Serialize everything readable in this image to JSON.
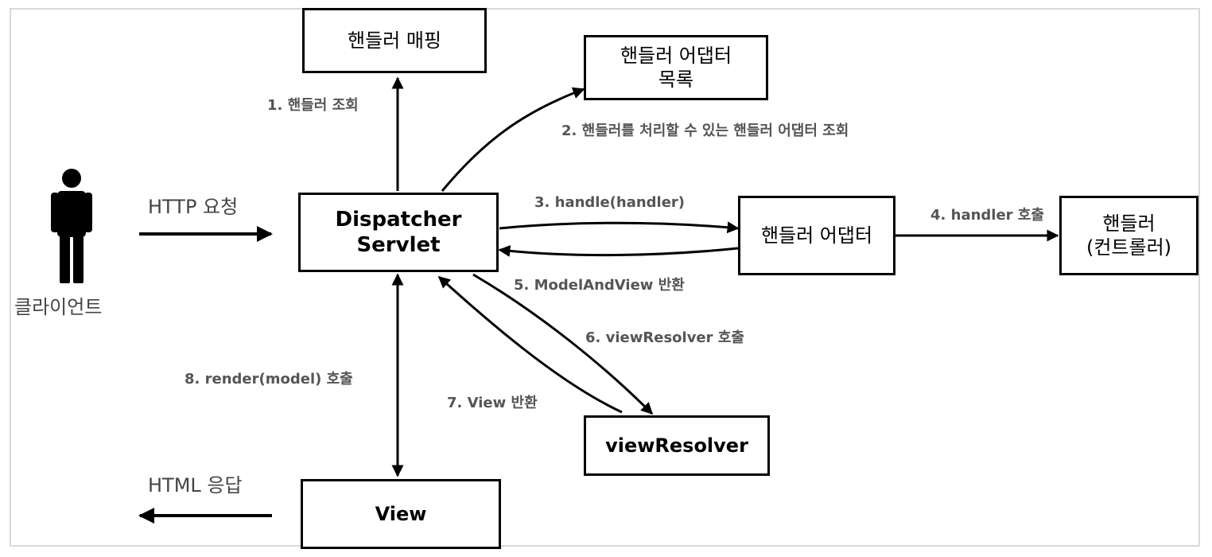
{
  "boxes": {
    "handler_mapping": {
      "line1": "핸들러 매핑"
    },
    "adapter_list": {
      "line1": "핸들러 어댑터",
      "line2": "목록"
    },
    "dispatcher": {
      "line1": "Dispatcher",
      "line2": "Servlet"
    },
    "handler_adapter": {
      "line1": "핸들러 어댑터"
    },
    "handler": {
      "line1": "핸들러",
      "line2": "(컨트롤러)"
    },
    "view_resolver": {
      "line1": "viewResolver"
    },
    "view": {
      "line1": "View"
    }
  },
  "client": {
    "label": "클라이언트"
  },
  "labels": {
    "http_request": "HTTP 요청",
    "html_response": "HTML 응답",
    "step1": "1. 핸들러 조회",
    "step2": "2. 핸들러를 처리할 수 있는 핸들러 어댑터 조회",
    "step3": "3. handle(handler)",
    "step4": "4. handler 호출",
    "step5": "5. ModelAndView 반환",
    "step6": "6. viewResolver 호출",
    "step7": "7. View 반환",
    "step8": "8. render(model) 호출"
  },
  "colors": {
    "stroke": "#000000",
    "label": "#555555",
    "frame": "#d9d9d9"
  }
}
